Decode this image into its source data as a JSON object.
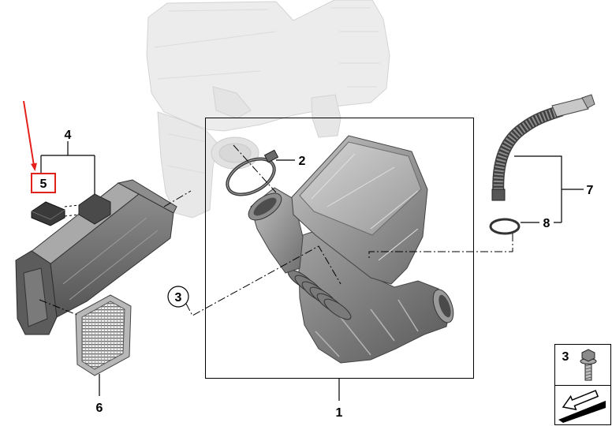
{
  "diagram": {
    "callouts": {
      "part_1": "1",
      "part_2": "2",
      "part_3": "3",
      "part_4": "4",
      "part_5": "5",
      "part_6": "6",
      "part_7": "7",
      "part_8": "8"
    },
    "highlight_color": "#e3201b"
  },
  "legend": {
    "fastener_label": "3",
    "fastener_icon": "bolt-icon",
    "note_icon": "arrow-icon"
  }
}
